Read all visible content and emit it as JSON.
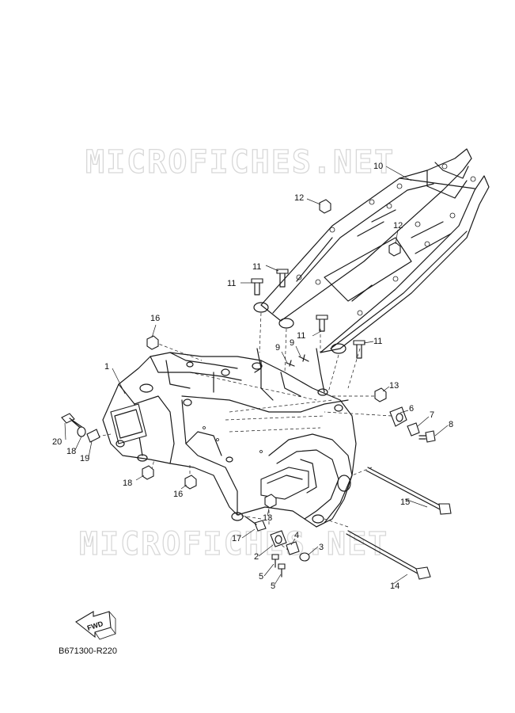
{
  "watermark": "MICROFICHES.NET",
  "diagram_code": "B671300-R220",
  "fwd_label": "FWD",
  "callouts": [
    "1",
    "2",
    "3",
    "4",
    "5",
    "6",
    "7",
    "8",
    "9",
    "10",
    "11",
    "12",
    "13",
    "14",
    "15",
    "16",
    "17",
    "18",
    "19",
    "20"
  ]
}
